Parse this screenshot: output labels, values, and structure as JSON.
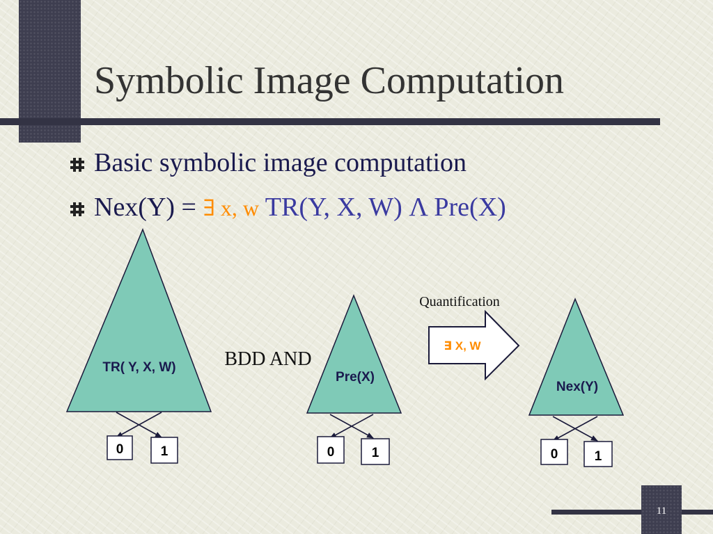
{
  "title": "Symbolic Image Computation",
  "bullets": {
    "first": "Basic symbolic image computation",
    "second_prefix": "Nex(Y) = ",
    "second_exists": "∃ x, w",
    "second_rest": " TR(Y, X, W) Λ Pre(X)"
  },
  "diagram": {
    "tr_label": "TR( Y, X, W)",
    "pre_label": "Pre(X)",
    "nex_label": "Nex(Y)",
    "bdd_and": "BDD AND",
    "quantification": "Quantification",
    "arrow_label": "∃ X, W",
    "terminal_zero": "0",
    "terminal_one": "1"
  },
  "slide_number": "11",
  "colors": {
    "triangle_fill": "#7fcab7",
    "exists_orange": "#ff8c00",
    "formula_blue": "#3a3aa0",
    "text_dark": "#1a1a4e"
  }
}
